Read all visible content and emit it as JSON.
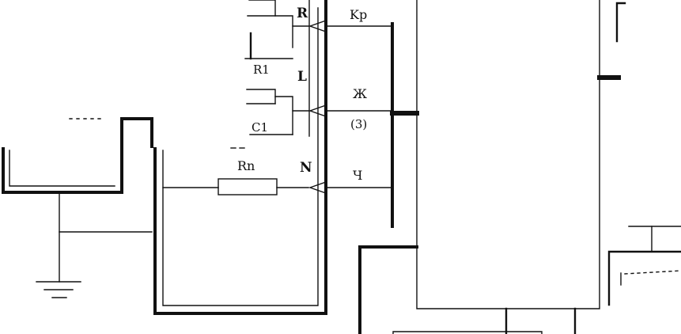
{
  "labels": {
    "r": "R",
    "kp": "Kp",
    "r1": "R1",
    "l": "L",
    "zh": "Ж",
    "c1": "C1",
    "three": "(3)",
    "rn": "Rn",
    "n": "N",
    "ch": "Ч"
  }
}
